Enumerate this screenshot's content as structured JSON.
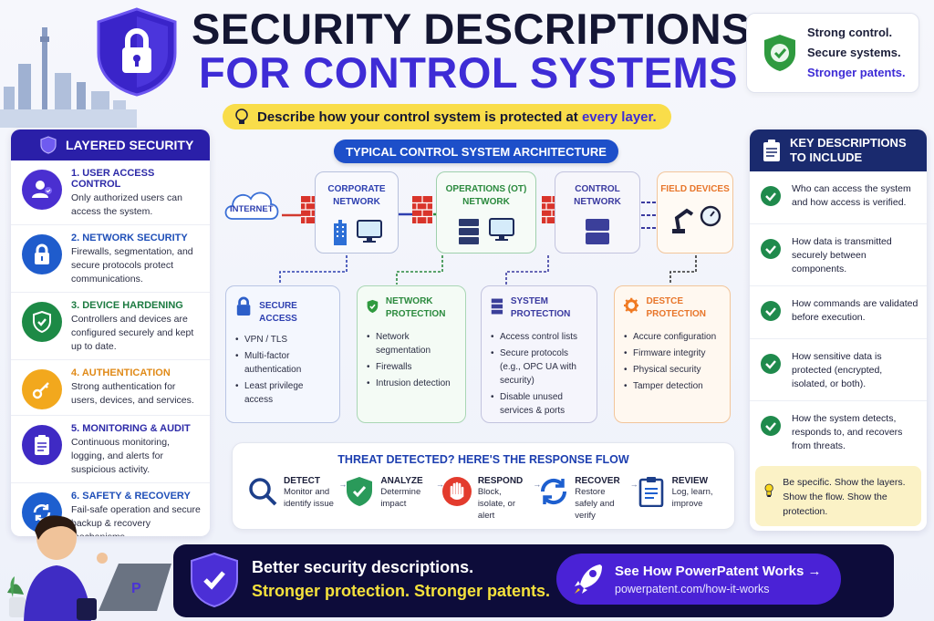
{
  "header": {
    "title_line1": "SECURITY DESCRIPTIONS",
    "title_line2": "FOR CONTROL SYSTEMS",
    "tagline_prefix": "Describe how your control system is protected at ",
    "tagline_highlight": "every layer.",
    "badge": {
      "line1": "Strong control.",
      "line2": "Secure systems.",
      "line3": "Stronger patents."
    }
  },
  "layered_security": {
    "title": "LAYERED SECURITY",
    "items": [
      {
        "title": "1. USER ACCESS CONTROL",
        "desc": "Only authorized users can access the system.",
        "color": "#4a2fd0",
        "icon": "user-check-icon"
      },
      {
        "title": "2. NETWORK SECURITY",
        "desc": "Firewalls, segmentation, and secure protocols protect communications.",
        "color": "#1f5ccc",
        "icon": "lock-icon"
      },
      {
        "title": "3. DEVICE HARDENING",
        "desc": "Controllers and devices are configured securely and kept up to date.",
        "color": "#1d8a46",
        "icon": "shield-check-icon"
      },
      {
        "title": "4. AUTHENTICATION",
        "desc": "Strong authentication for users, devices, and services.",
        "color": "#f2a81d",
        "icon": "key-icon"
      },
      {
        "title": "5. MONITORING & AUDIT",
        "desc": "Continuous monitoring, logging, and alerts for suspicious activity.",
        "color": "#3f2ac4",
        "icon": "clipboard-icon"
      },
      {
        "title": "6. SAFETY & RECOVERY",
        "desc": "Fail-safe operation and secure backup & recovery mechanisms.",
        "color": "#1d5fcf",
        "icon": "refresh-icon"
      }
    ]
  },
  "architecture": {
    "title": "TYPICAL CONTROL SYSTEM ARCHITECTURE",
    "internet_label": "INTERNET",
    "networks": [
      {
        "label": "CORPORATE NETWORK",
        "color": "#2d3fb0",
        "border": "#b7c0dc",
        "bg": "#f8f9fd"
      },
      {
        "label": "OPERATIONS (OT) NETWORK",
        "color": "#2b8a3e",
        "border": "#9fd0ac",
        "bg": "#f6fbf7"
      },
      {
        "label": "CONTROL NETWORK",
        "color": "#3a3aa0",
        "border": "#c2c3de",
        "bg": "#f6f6fb"
      },
      {
        "label": "FIELD DEVICES",
        "color": "#e8762b",
        "border": "#f2c59a",
        "bg": "#fffaf4"
      }
    ],
    "protections": [
      {
        "title": "SECURE ACCESS",
        "color": "#2d3fb0",
        "icon": "lock-icon",
        "bullets": [
          "VPN / TLS",
          "Multi-factor authentication",
          "Least privilege access"
        ]
      },
      {
        "title": "NETWORK PROTECTION",
        "color": "#2b8a3e",
        "icon": "shield-check-icon",
        "bullets": [
          "Network segmentation",
          "Firewalls",
          "Intrusion detection"
        ]
      },
      {
        "title": "SYSTEM PROTECTION",
        "color": "#3a3aa0",
        "icon": "server-icon",
        "bullets": [
          "Access control lists",
          "Secure protocols (e.g., OPC UA with security)",
          "Disable unused services & ports"
        ]
      },
      {
        "title": "DESTCE PROTECTION",
        "color": "#e8762b",
        "icon": "gear-icon",
        "bullets": [
          "Accure configuration",
          "Firmware integrity",
          "Physical security",
          "Tamper detection"
        ]
      }
    ]
  },
  "response_flow": {
    "title": "THREAT DETECTED? HERE'S THE RESPONSE FLOW",
    "steps": [
      {
        "name": "DETECT",
        "desc": "Monitor and identify issue",
        "icon": "magnifier-icon"
      },
      {
        "name": "ANALYZE",
        "desc": "Determine impact",
        "icon": "shield-check-icon"
      },
      {
        "name": "RESPOND",
        "desc": "Block, isolate, or alert",
        "icon": "stop-hand-icon"
      },
      {
        "name": "RECOVER",
        "desc": "Restore safely and verify",
        "icon": "refresh-icon"
      },
      {
        "name": "REVIEW",
        "desc": "Log, learn, improve",
        "icon": "clipboard-icon"
      }
    ]
  },
  "key_descriptions": {
    "title_line1": "KEY DESCRIPTIONS",
    "title_line2": "TO INCLUDE",
    "items": [
      "Who can access the system and how access is verified.",
      "How data is transmitted securely between components.",
      "How commands are validated before execution.",
      "How sensitive data is protected (encrypted, isolated, or both).",
      "How the system detects, responds to, and recovers from threats."
    ],
    "tip": "Be specific. Show the layers. Show the flow. Show the protection."
  },
  "footer": {
    "line1": "Better security descriptions.",
    "line2": "Stronger protection. Stronger patents.",
    "cta_label": "See How PowerPatent Works →",
    "cta_url": "powerpatent.com/how-it-works"
  }
}
